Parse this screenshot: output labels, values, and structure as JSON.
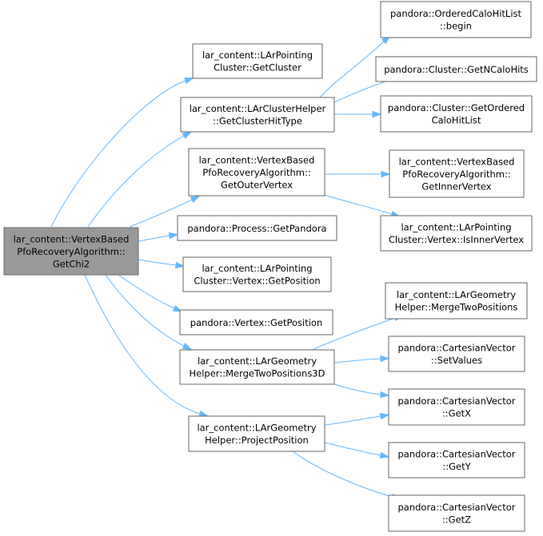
{
  "diagram": {
    "colors": {
      "edge": "#63b8ff",
      "node_border": "#666666",
      "root_fill": "#999999",
      "node_fill": "#ffffff"
    },
    "nodes": [
      {
        "id": "root",
        "lines": [
          "lar_content::VertexBased",
          "PfoRecoveryAlgorithm::",
          "GetChi2"
        ]
      },
      {
        "id": "n1",
        "lines": [
          "lar_content::LArPointing",
          "Cluster::GetCluster"
        ]
      },
      {
        "id": "n2",
        "lines": [
          "lar_content::LArClusterHelper",
          "::GetClusterHitType"
        ]
      },
      {
        "id": "n3",
        "lines": [
          "lar_content::VertexBased",
          "PfoRecoveryAlgorithm::",
          "GetOuterVertex"
        ]
      },
      {
        "id": "n4",
        "lines": [
          "pandora::Process::GetPandora"
        ]
      },
      {
        "id": "n5",
        "lines": [
          "lar_content::LArPointing",
          "Cluster::Vertex::GetPosition"
        ]
      },
      {
        "id": "n6",
        "lines": [
          "pandora::Vertex::GetPosition"
        ]
      },
      {
        "id": "n7",
        "lines": [
          "lar_content::LArGeometry",
          "Helper::MergeTwoPositions3D"
        ]
      },
      {
        "id": "n8",
        "lines": [
          "lar_content::LArGeometry",
          "Helper::ProjectPosition"
        ]
      },
      {
        "id": "n9",
        "lines": [
          "pandora::OrderedCaloHitList",
          "::begin"
        ]
      },
      {
        "id": "n10",
        "lines": [
          "pandora::Cluster::GetNCaloHits"
        ]
      },
      {
        "id": "n11",
        "lines": [
          "pandora::Cluster::GetOrdered",
          "CaloHitList"
        ]
      },
      {
        "id": "n12",
        "lines": [
          "lar_content::VertexBased",
          "PfoRecoveryAlgorithm::",
          "GetInnerVertex"
        ]
      },
      {
        "id": "n13",
        "lines": [
          "lar_content::LArPointing",
          "Cluster::Vertex::IsInnerVertex"
        ]
      },
      {
        "id": "n14",
        "lines": [
          "lar_content::LArGeometry",
          "Helper::MergeTwoPositions"
        ]
      },
      {
        "id": "n15",
        "lines": [
          "pandora::CartesianVector",
          "::SetValues"
        ]
      },
      {
        "id": "n16",
        "lines": [
          "pandora::CartesianVector",
          "::GetX"
        ]
      },
      {
        "id": "n17",
        "lines": [
          "pandora::CartesianVector",
          "::GetY"
        ]
      },
      {
        "id": "n18",
        "lines": [
          "pandora::CartesianVector",
          "::GetZ"
        ]
      }
    ],
    "edges": [
      {
        "from": "root",
        "to": "n1"
      },
      {
        "from": "root",
        "to": "n2"
      },
      {
        "from": "root",
        "to": "n3"
      },
      {
        "from": "root",
        "to": "n4"
      },
      {
        "from": "root",
        "to": "n5"
      },
      {
        "from": "root",
        "to": "n6"
      },
      {
        "from": "root",
        "to": "n7"
      },
      {
        "from": "root",
        "to": "n8"
      },
      {
        "from": "n2",
        "to": "n9"
      },
      {
        "from": "n2",
        "to": "n10"
      },
      {
        "from": "n2",
        "to": "n11"
      },
      {
        "from": "n3",
        "to": "n12"
      },
      {
        "from": "n3",
        "to": "n13"
      },
      {
        "from": "n7",
        "to": "n14"
      },
      {
        "from": "n7",
        "to": "n15"
      },
      {
        "from": "n7",
        "to": "n16"
      },
      {
        "from": "n8",
        "to": "n16"
      },
      {
        "from": "n8",
        "to": "n17"
      },
      {
        "from": "n8",
        "to": "n18"
      }
    ]
  }
}
